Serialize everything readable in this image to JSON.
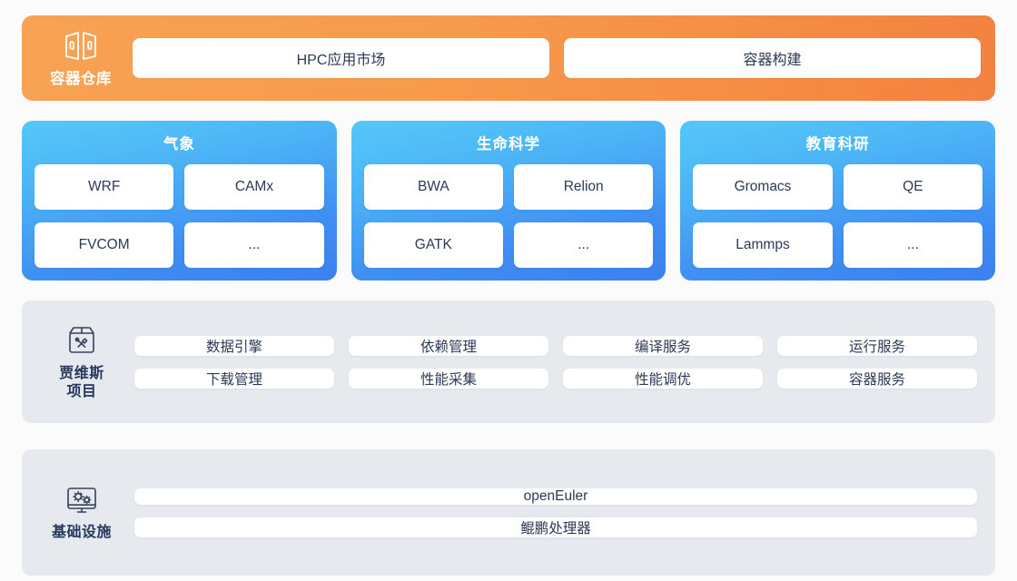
{
  "theme": {
    "page_background": "#fbfbfc",
    "orange_band_from": "#f7a254",
    "orange_band_to": "#f4813f",
    "blue_card_from": "#54c8f8",
    "blue_card_to": "#3c81f0",
    "grey_panel": "#e6e9ee",
    "text_dark": "#2c3a56",
    "text_on_color": "#ffffff"
  },
  "repository": {
    "icon": "open-container-doors-icon",
    "label": "容器仓库",
    "buttons": [
      {
        "label": "HPC应用市场"
      },
      {
        "label": "容器构建"
      }
    ]
  },
  "domains": [
    {
      "title": "气象",
      "apps": [
        {
          "label": "WRF"
        },
        {
          "label": "CAMx"
        },
        {
          "label": "FVCOM"
        },
        {
          "label": "..."
        }
      ]
    },
    {
      "title": "生命科学",
      "apps": [
        {
          "label": "BWA"
        },
        {
          "label": "Relion"
        },
        {
          "label": "GATK"
        },
        {
          "label": "..."
        }
      ]
    },
    {
      "title": "教育科研",
      "apps": [
        {
          "label": "Gromacs"
        },
        {
          "label": "QE"
        },
        {
          "label": "Lammps"
        },
        {
          "label": "..."
        }
      ]
    }
  ],
  "jarvis": {
    "icon": "toolbox-wrench-screwdriver-icon",
    "label": "贾维斯\n项目",
    "services": [
      {
        "label": "数据引擎"
      },
      {
        "label": "依赖管理"
      },
      {
        "label": "编译服务"
      },
      {
        "label": "运行服务"
      },
      {
        "label": "下载管理"
      },
      {
        "label": "性能采集"
      },
      {
        "label": "性能调优"
      },
      {
        "label": "容器服务"
      }
    ]
  },
  "infrastructure": {
    "icon": "monitor-gears-icon",
    "label": "基础设施",
    "items": [
      {
        "label": "openEuler"
      },
      {
        "label": "鲲鹏处理器"
      }
    ]
  }
}
